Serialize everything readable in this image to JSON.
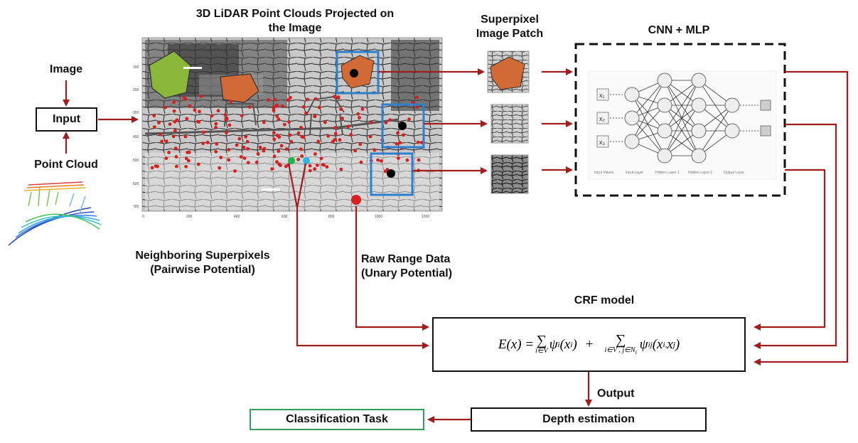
{
  "labels": {
    "projected_title_line1": "3D LiDAR Point Clouds Projected on",
    "projected_title_line2": "the Image",
    "patch_title_line1": "Superpixel",
    "patch_title_line2": "Image Patch",
    "cnn_title": "CNN + MLP",
    "image": "Image",
    "input": "Input",
    "point_cloud": "Point Cloud",
    "neighboring_line1": "Neighboring Superpixels",
    "neighboring_line2": "(Pairwise Potential)",
    "raw_line1": "Raw Range Data",
    "raw_line2": "(Unary Potential)",
    "crf_title": "CRF model",
    "output": "Output",
    "depth": "Depth estimation",
    "classification": "Classification Task"
  },
  "equation": {
    "lhs": "E(x) = ",
    "sum1_sub": "i∈V",
    "term1": "ψ",
    "term1_sub": "i",
    "term1_arg": "(x",
    "term1_arg_sub": "i",
    "term1_close": ")",
    "plus": "+",
    "sum2_sub": "i∈V , j∈N",
    "sum2_sub_sub": "i",
    "term2": "ψ",
    "term2_sub": "ij",
    "term2_arg": "(x",
    "term2_arg_sub1": "i,",
    "term2_arg_mid": " x",
    "term2_arg_sub2": "j",
    "term2_close": ")"
  },
  "image_axes": {
    "x_ticks": [
      "0",
      "200",
      "400",
      "600",
      "800",
      "1000",
      "1200"
    ],
    "y_ticks": [
      "100",
      "200",
      "300",
      "400",
      "500",
      "600",
      "700"
    ]
  },
  "nn": {
    "inputs": [
      "x₁",
      "x₂",
      "x₃"
    ],
    "layer_captions": [
      "Input Values",
      "Input Layer",
      "Hidden Layer 1",
      "Hidden Layer 2",
      "Output Layer"
    ]
  },
  "colors": {
    "arrow": "#a11d1d",
    "highlight_box": "#2f7fd0",
    "classification_border": "#2e9e58",
    "point": "#d81e1e",
    "green_point": "#1fb34a",
    "cyan_point": "#2ab7e8"
  }
}
